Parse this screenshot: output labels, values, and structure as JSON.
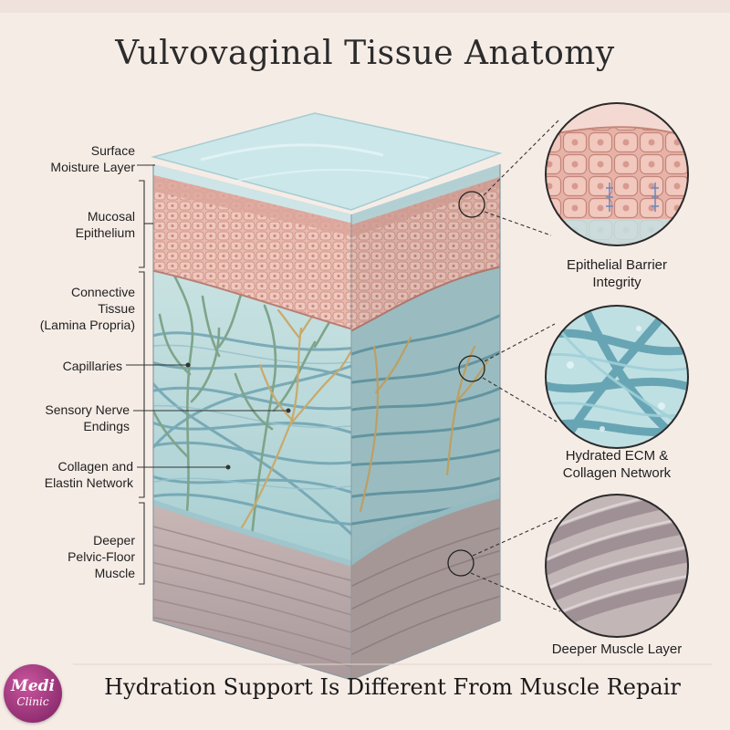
{
  "title": "Vulvovaginal Tissue Anatomy",
  "left_labels": {
    "surface": "Surface\nMoisture Layer",
    "mucosal": "Mucosal\nEpithelium",
    "connective": "Connective\nTissue\n(Lamina Propria)",
    "capillaries": "Capillaries",
    "nerves": "Sensory Nerve\nEndings",
    "collagen": "Collagen and\nElastin Network",
    "muscle": "Deeper\nPelvic-Floor\nMuscle"
  },
  "callouts": {
    "epithelial": "Epithelial Barrier\nIntegrity",
    "ecm": "Hydrated ECM &\nCollagen Network",
    "muscle": "Deeper Muscle Layer"
  },
  "banner": "Hydration Support Is Different From Muscle Repair",
  "logo": {
    "line1": "Medi",
    "line2": "Clinic"
  },
  "colors": {
    "moisture": "#bfe0e4",
    "epithelium": "#e8b6ac",
    "connective": "#b8d7d8",
    "collagen_fiber": "#6fa3b0",
    "capillary": "#7fa58a",
    "nerve": "#c9a96a",
    "muscle": "#b8a8a6",
    "brand": "#9c2c7c"
  }
}
